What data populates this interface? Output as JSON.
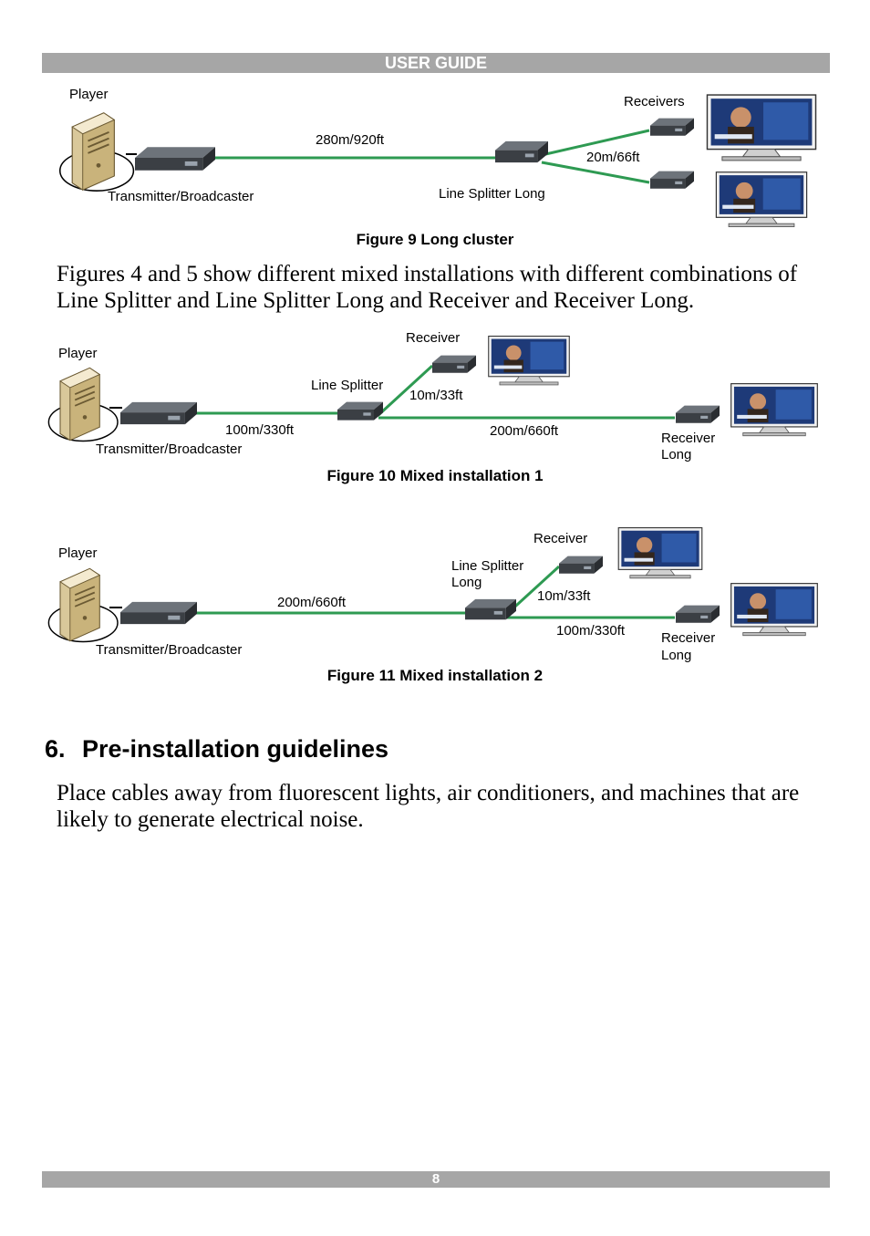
{
  "header": {
    "title": "USER GUIDE"
  },
  "footer": {
    "page_number": "8"
  },
  "figure9": {
    "player": "Player",
    "transmitter": "Transmitter/Broadcaster",
    "distance_main": "280m/920ft",
    "splitter": "Line Splitter Long",
    "receivers": "Receivers",
    "distance_branch": "20m/66ft",
    "caption": "Figure 9 Long cluster"
  },
  "intro_paragraph": "Figures 4 and 5 show different mixed installations with different combinations of Line Splitter and Line Splitter Long and Receiver and Receiver Long.",
  "figure10": {
    "player": "Player",
    "transmitter": "Transmitter/Broadcaster",
    "distance_main": "100m/330ft",
    "splitter": "Line Splitter",
    "receiver": "Receiver",
    "distance_short": "10m/33ft",
    "distance_long": "200m/660ft",
    "receiver_long_1": "Receiver",
    "receiver_long_2": "Long",
    "caption": "Figure 10 Mixed installation 1"
  },
  "figure11": {
    "player": "Player",
    "transmitter": "Transmitter/Broadcaster",
    "distance_main": "200m/660ft",
    "splitter_1": "Line Splitter",
    "splitter_2": "Long",
    "receiver": "Receiver",
    "distance_short": "10m/33ft",
    "distance_long": "100m/330ft",
    "receiver_long_1": "Receiver",
    "receiver_long_2": "Long",
    "caption": "Figure 11 Mixed installation 2"
  },
  "section": {
    "number": "6.",
    "title": "Pre-installation guidelines",
    "paragraph": "Place cables away from fluorescent lights, air conditioners, and machines that are likely to generate electrical noise."
  },
  "colors": {
    "cable": "#2e9a52",
    "header_bar": "#a6a6a6",
    "device": "#3b3f44",
    "screen": "#1e3a78"
  }
}
